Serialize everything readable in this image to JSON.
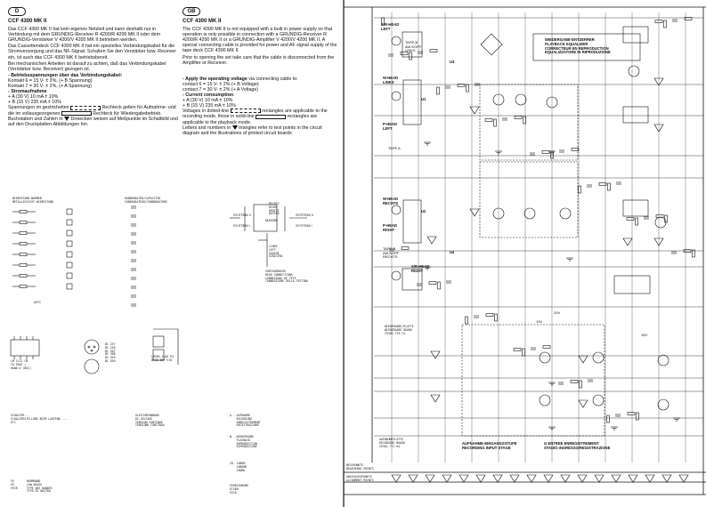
{
  "de": {
    "badge": "D",
    "heading": "CCF 4300 MK II",
    "p1": "Das CCF 4300 MK II hat kein eigenes Netzteil und kann deshalb nur in Verbindung mit dem GRUNDIG-Receiver R 4200/R 4200 MK II oder dem GRUNDIG-Verstärker V 4200/V 4200 MK II betrieben werden.",
    "p2": "Das Cassettendeck CCF 4300 MK II hat ein spezielles Verbindungskabel für die Stromversorgung und das NF-Signal. Schalten Sie den Verstärker bzw. Receiver ein, ist auch das CCF 4300 MK II betriebsbereit.",
    "p3": "Bei mechanischen Arbeiten ist darauf zu achten, daß das Verbindungskabel (Verstärker bzw. Receiver) gezogen ist.",
    "l1": "- Betriebsspannungen über das Verbindungskabel:",
    "l2": "Kontakt 6 = 15 V- ± 2%, (+ B Spannung)",
    "l3": "Kontakt 7 = 30 V- ± 2%, (+ A Spannung)",
    "l4": "- Stromaufnahme",
    "l5": "+ A (30 V)   10 mA ± 10%",
    "l6": "+ B (15 V) 235 mA ± 10%",
    "l7a": "Spannungen im gestrichelten",
    "l7b": "Rechteck gelten für Aufnahme- und die im vollausgezogenen",
    "l7c": "Rechteck für Wiedergabebetrieb.",
    "l8a": "Buchstaben und Zahlen in",
    "l8b": "Dreiecken weisen auf Meßpunkte im Schaltbild und auf den Druckplatten-Abbildungen hin."
  },
  "gb": {
    "badge": "GB",
    "heading": "CCF 4300 MK II",
    "p1": "The CCF 4300 MK II is not equipped with a built in power supply so that operation is only possible in connection with a GRUNDIG-Receiver R 4200/R 4200 MK II or a GRUNDIG-Amplifier V 4200/V 4200 MK II. A special connecting cable is provided for power and AF signal supply of the tape deck CCF 4300 MK II.",
    "p2": "Prior to opening the set take care that the cable is disconnected from the Amplifier or Receiver.",
    "l1a": "- Apply the operating voltage",
    "l1b": "via connecting cable to:",
    "l2": "contact 6 = 15 V- ± 2% (+ B Voltage)",
    "l3": "contact 7 = 30 V- ± 2% (+ A Voltage)",
    "l4": "- Current consumption",
    "l5": "+ A (30 V)   10 mA ± 10%",
    "l6": "+ B (15 V) 235 mA ± 10%",
    "l7a": "Voltages in dotted-line",
    "l7b": "rectangles are applicable to the recording mode, those in solid-line",
    "l7c": "rectangles are applicable to the playback mode.",
    "l8a": "Letters and numbers in",
    "l8b": "triangles refer to test points in the circuit diagram and the illustrations of printed circuit boards"
  },
  "schematic": {
    "sr_head_left": "S/R-HEAD\nLEFT",
    "tape_b_kopf": "TAPE-B\nAW-KOPF\nLINKS",
    "w_head_links": "W-HEAD\nLINKS",
    "p_head_left": "P-HEAD\nLEFT",
    "tape_a": "TAPE A",
    "w_head_rechts": "W-HEAD\nRECHTS",
    "p_head_right": "P-HEAD\nRIGHT",
    "tape_b_kopf_r": "TAPE-B\nAW-KOPF\nRECHTS",
    "sr_head_right": "S/R-HEAD\nRIGHT",
    "playback_title": "WIEDERGABE-ENTZERRER\nPLAYBACK EQUALIZER\nCORRECTEUR EN REPRODUCTION\nEQUALIZZATORE IN RIPRODUZIONE",
    "input_stage": "AUFNAHME-EINGANGSSTUFE\nRECORDING INPUT STAGE",
    "input_stage_fr": "G ENTREE ENREGISTREMENT\nSTADIO INGRESSO/REGISTRAZIONE",
    "board1": "WIEDERGABE/PLATTE\nWIEDERGABE BOARD\n29301-1?0 C4",
    "board2": "AUFNAHMEPLATTE\nRECORDING BOARD\n29301-??1 H4",
    "bottom_row1": "MESSPUNKTE\nMEASURING POINTS",
    "bottom_row2": "ANSCHLUSSPUNKTE\nALIGNMENT POINTS",
    "ic_u1": "U1",
    "ic_u2": "U2",
    "ic_u3": "U3",
    "ic_u4": "U4",
    "v20": "20V",
    "v13": "13V",
    "v15": "15V",
    "sym_system1": "SYSTEM II",
    "sym_system2": "SYSTEM I",
    "sym_mass": "MASSE",
    "sym_rechts": "RECHTS\nRIGHT\nDROITE\nDESTRO",
    "sym_links": "LINKS\nLEFT\nGAUCHE\nSINISTRO",
    "sym_conn": "VORTAGEMASSE\nHEAD CONNECTIONS\nCONNEXIONS DE TETE\nCONNESSIONE DELLA TESTINA",
    "ic_label1": "LM 1112 CN\nTO 99AF /\nHANA D (BGC)",
    "ic_label2": "TDA 1002\n...",
    "ic_label3": "LM305-1100 P4\n8930-867 V78",
    "transistor_sym": "BC 237\nBC 238\nBC 307\nBC 308\nBC 549\nBC 550",
    "resistor_legend": "WIDERSTAND-NORMEN\nMETALLSCHICHT-WIDERSTAND",
    "cap_legend": "KONDENSATOR/CAPACITOR\nCONDENSATEUR/CONDENSATORE",
    "note_list": "SCHALTER...\nSCHALTERSTELLUNG BEIM LAUFEND ...\nETC",
    "note_list2": "GLEICHSPANNUNG\nDC-VOLTAGE\nTENSION CONTINUE\nTENSIONE CONTINUA",
    "legend_a": "A - AUFNAHME\n    RECORDING\n    ENREGISTREMENT\n    REGISTRAZIONE",
    "legend_w": "W - WIEDERGABE\n    PLAYBACK\n    REPRODUCTION\n    RIPRODUZIONE",
    "legend_cr": "CR- CHROM\n    CHROME\n    CROMO",
    "legend_fe": "FE\nFE\nFECR",
    "legend_fe2": "NORMBAND\nLOW NOISE\nTYPE DES BANDES\nTIPO DI NASTRO",
    "legend_ac": "FERRICHROME\nEISEN\nFECR",
    "afc": "AFC"
  },
  "colors": {
    "ink": "#111111",
    "paper": "#ffffff",
    "red": "#d00000"
  },
  "icons": [
    "resistor-icon",
    "capacitor-icon",
    "transistor-icon",
    "ic-icon",
    "ground-icon",
    "triangle-test-point-icon"
  ]
}
